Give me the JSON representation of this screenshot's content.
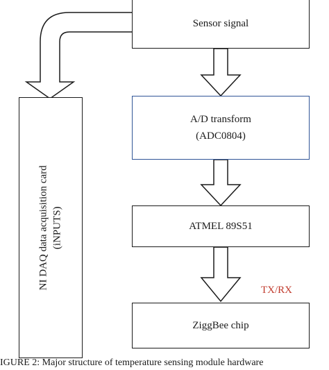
{
  "diagram": {
    "boxes": {
      "sensor": {
        "label": "Sensor signal"
      },
      "ad": {
        "line1": "A/D transform",
        "line2": "(ADC0804)"
      },
      "atmel": {
        "label": "ATMEL 89S51"
      },
      "zigbee": {
        "label": "ZiggBee chip"
      },
      "daq": {
        "line1": "NI DAQ data acquisition card",
        "line2": "(iNPUTS)"
      }
    },
    "link_label": "TX/RX",
    "colors": {
      "stroke": "#1a1a1a",
      "ad_border": "#2f5496",
      "link_label": "#c0392b"
    }
  },
  "caption": "IGURE 2: Major structure of temperature sensing module hardware"
}
